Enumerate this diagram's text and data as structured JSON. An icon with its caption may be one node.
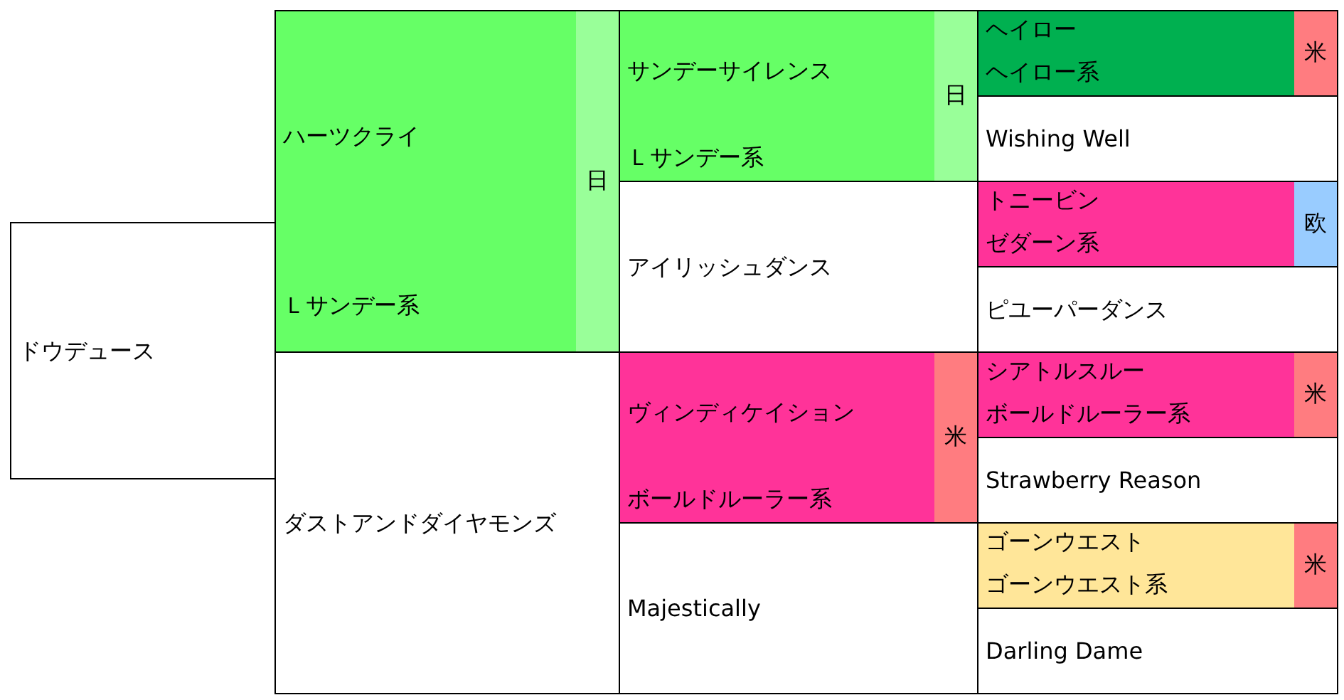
{
  "diagram": {
    "nodes": [
      {
        "text": [
          "ドウデュース"
        ]
      },
      {
        "text": [
          "ハーツクライ",
          "Ｌサンデー系"
        ]
      },
      {
        "text": [
          "日"
        ],
        "in": 1
      },
      {
        "text": [
          "ダストアンドダイヤモンズ"
        ]
      },
      {
        "text": [
          "サンデーサイレンス",
          "Ｌサンデー系"
        ]
      },
      {
        "text": [
          "日"
        ],
        "in": 4
      },
      {
        "text": [
          "アイリッシュダンス"
        ]
      },
      {
        "text": [
          "ヴィンディケイション",
          "ボールドルーラー系"
        ]
      },
      {
        "text": [
          "米"
        ],
        "in": 7
      },
      {
        "text": [
          "Majestically"
        ]
      },
      {
        "text": [
          "ヘイロー",
          "ヘイロー系"
        ]
      },
      {
        "text": [
          "米"
        ],
        "in": 10
      },
      {
        "text": [
          "Wishing Well"
        ]
      },
      {
        "text": [
          "トニービン",
          "ゼダーン系"
        ]
      },
      {
        "text": [
          "欧"
        ],
        "in": 13
      },
      {
        "text": [
          "ピユーパーダンス"
        ]
      },
      {
        "text": [
          "シアトルスルー",
          "ボールドルーラー系"
        ]
      },
      {
        "text": [
          "米"
        ],
        "in": 16
      },
      {
        "text": [
          "Strawberry Reason"
        ]
      },
      {
        "text": [
          "ゴーンウエスト",
          "ゴーンウエスト系"
        ]
      },
      {
        "text": [
          "米"
        ],
        "in": 19
      },
      {
        "text": [
          "Darling Dame"
        ]
      }
    ]
  }
}
